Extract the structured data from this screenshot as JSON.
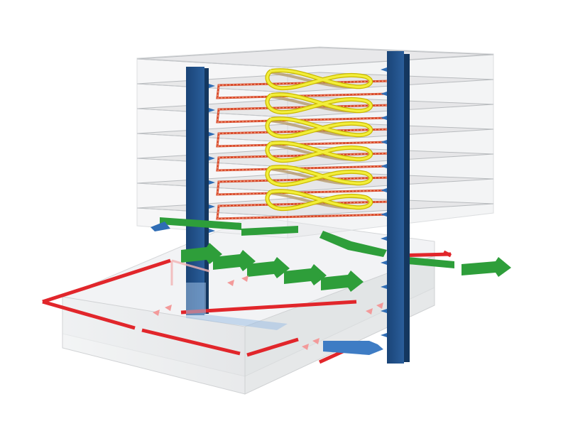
{
  "diagram": {
    "kind": "isometric-building-circulation",
    "legend": [],
    "counts": {
      "upper_floors": 7,
      "vertical_shafts": 2,
      "ramp_loops": 6
    },
    "colors": {
      "background": "#ffffff",
      "floor_slab": "#c9cbcd",
      "floor_edge": "#b8bbbe",
      "base_volume": "#d6d8db",
      "vertical_shaft": "#1f4f8a",
      "shaft_arrow": "#2f6db5",
      "ramp_loop": "#d84a2c",
      "ramp_loop_dash": "#f2a07c",
      "spiral": "#f2ee3a",
      "spiral_edge": "#c9b800",
      "spiral_back": "#b59a6a",
      "flow_arrow_green": "#2e9e3a",
      "flow_arrow_red": "#e1262b",
      "pink_marker": "#f39a9a",
      "blue_arrow": "#4f8ed0"
    },
    "icons": {
      "down_arrow": "triangle-pointer",
      "flow_arrow": "chevron-arrow"
    }
  }
}
